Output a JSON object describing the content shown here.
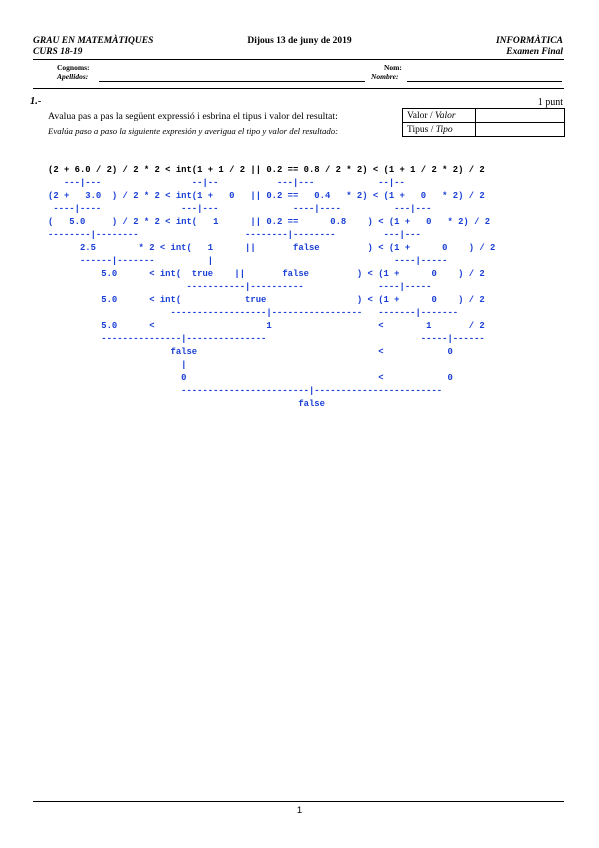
{
  "header": {
    "degree": "GRAU EN MATEMÀTIQUES",
    "course": "CURS 18-19",
    "date": "Dijous 13 de juny de 2019",
    "subject": "INFORMÀTICA",
    "exam": "Examen Final"
  },
  "fields": {
    "surname_ca": "Cognoms:",
    "surname_es": "Apellidos:",
    "name_ca": "Nom:",
    "name_es": "Nombre:"
  },
  "question": {
    "number": "1.-",
    "points": "1 punt",
    "prompt_ca": "Avalua pas a pas la següent expressió i esbrina el tipus i valor del resultat:",
    "prompt_es": "Evalúa paso a paso la siguiente expresión y averigua el tipo y valor del resultado:",
    "table": {
      "value_ca": "Valor",
      "value_es": "Valor",
      "type_ca": "Tipus",
      "type_es": "Tipo",
      "separator": " / "
    }
  },
  "evaluation_lines": [
    "(2 + 6.0 / 2) / 2 * 2 < int(1 + 1 / 2 || 0.2 == 0.8 / 2 * 2) < (1 + 1 / 2 * 2) / 2",
    "   ---|---                 --|--           ---|---            --|--",
    "(2 +   3.0  ) / 2 * 2 < int(1 +   0   || 0.2 ==   0.4   * 2) < (1 +   0   * 2) / 2",
    " ----|----               ---|---              ----|----          ---|---",
    "(   5.0     ) / 2 * 2 < int(   1      || 0.2 ==      0.8    ) < (1 +   0   * 2) / 2",
    "--------|--------                    --------|--------         ---|---",
    "      2.5        * 2 < int(   1      ||       false         ) < (1 +      0    ) / 2",
    "      ------|-------          |                                  ----|-----",
    "          5.0      < int(  true    ||       false         ) < (1 +      0    ) / 2",
    "                          -----------|----------              ----|-----",
    "          5.0      < int(            true                 ) < (1 +      0    ) / 2",
    "                       ------------------|-----------------   -------|-------",
    "          5.0      <                     1                    <        1       / 2",
    "          ---------------|---------------                             -----|------",
    "                       false                                  <            0",
    "                         |",
    "                         0                                    <            0",
    "                         ------------------------|------------------------",
    "                                               false"
  ],
  "page_number": "1"
}
